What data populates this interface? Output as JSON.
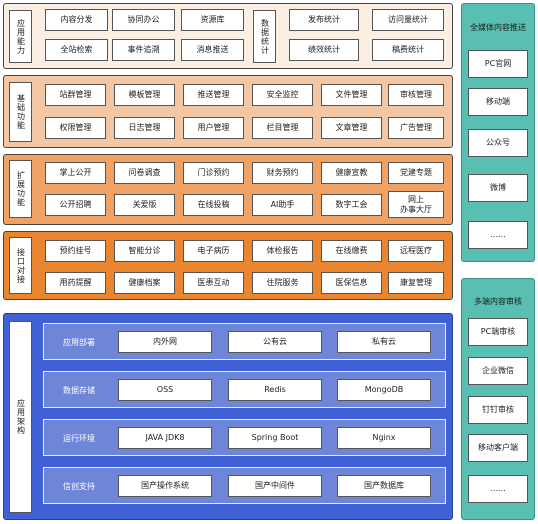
{
  "colors": {
    "app": "#fbeee2",
    "basic": "#f3c7a3",
    "ext": "#f0a264",
    "iface": "#e9852f",
    "arch": "#4162d6",
    "arch_row": "#6e86d8",
    "right": "#58bfb2",
    "border": "#444444"
  },
  "sections": {
    "app": {
      "label": "应用能力",
      "items": [
        "内容分发",
        "协同办公",
        "资源库",
        "全站检索",
        "事件追溯",
        "消息推送"
      ]
    },
    "stats": {
      "label": "数据统计",
      "items": [
        "发布统计",
        "访问量统计",
        "绩效统计",
        "稿费统计"
      ]
    },
    "basic": {
      "label": "基础功能",
      "items": [
        "站群管理",
        "模板管理",
        "推送管理",
        "安全监控",
        "文件管理",
        "审核管理",
        "权限管理",
        "日志管理",
        "用户管理",
        "栏目管理",
        "文章管理",
        "广告管理"
      ]
    },
    "ext": {
      "label": "扩展功能",
      "items": [
        "掌上公开",
        "问卷调查",
        "门诊预约",
        "财务预约",
        "健康宣教",
        "党建专题",
        "公开招聘",
        "关爱版",
        "在线投稿",
        "AI助手",
        "数字工会",
        "网上\n办事大厅"
      ]
    },
    "iface": {
      "label": "接口对接",
      "items": [
        "预约挂号",
        "智能分诊",
        "电子病历",
        "体检报告",
        "在线缴费",
        "远程医疗",
        "用药提醒",
        "健康档案",
        "医患互动",
        "住院服务",
        "医保信息",
        "康复管理"
      ]
    },
    "arch": {
      "label": "应用架构",
      "rows": [
        {
          "label": "应用部署",
          "items": [
            "内外网",
            "公有云",
            "私有云"
          ]
        },
        {
          "label": "数据存储",
          "items": [
            "OSS",
            "Redis",
            "MongoDB"
          ]
        },
        {
          "label": "运行环境",
          "items": [
            "JAVA JDK8",
            "Spring Boot",
            "Nginx"
          ]
        },
        {
          "label": "信创支持",
          "items": [
            "国产操作系统",
            "国产中间件",
            "国产数据库"
          ]
        }
      ]
    },
    "media": {
      "title": "全媒体内容推送",
      "items": [
        "PC官网",
        "移动端",
        "公众号",
        "微博",
        "......"
      ]
    },
    "audit": {
      "title": "多端内容审核",
      "items": [
        "PC端审核",
        "企业微信",
        "钉钉审核",
        "移动客户端",
        "......"
      ]
    }
  }
}
